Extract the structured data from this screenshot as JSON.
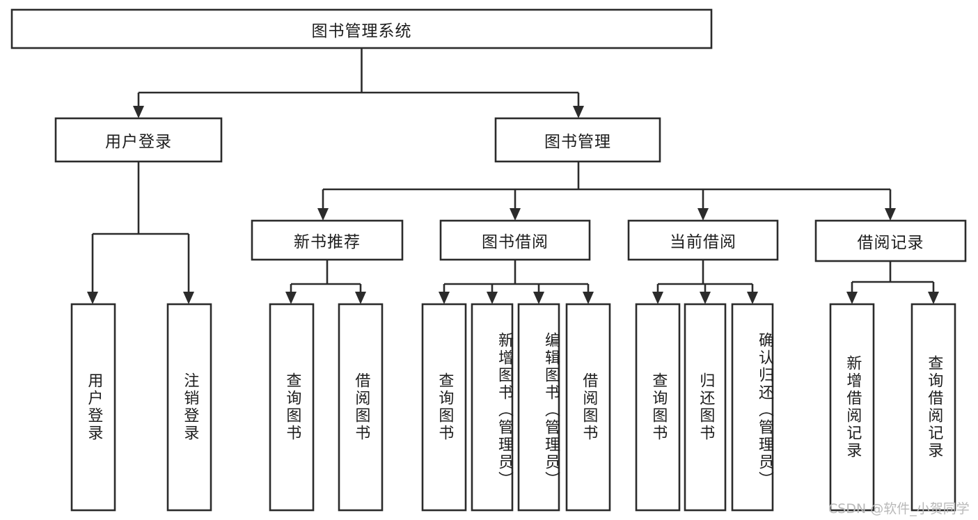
{
  "diagram": {
    "type": "tree",
    "title": "图书管理系统",
    "colors": {
      "box_fill": "#ffffff",
      "box_stroke": "#2b2b2b",
      "text": "#1d1d1d",
      "background": "#ffffff",
      "watermark": "#b9b9b9"
    },
    "watermark": "CSDN @软件_小贺同学",
    "root": {
      "id": "root",
      "label": "图书管理系统",
      "orientation": "horizontal"
    },
    "level2": [
      {
        "id": "user-login",
        "label": "用户登录",
        "orientation": "horizontal"
      },
      {
        "id": "book-management",
        "label": "图书管理",
        "orientation": "horizontal"
      }
    ],
    "level3": [
      {
        "id": "new-book-recommend",
        "label": "新书推荐",
        "orientation": "horizontal",
        "parent": "book-management"
      },
      {
        "id": "book-borrow",
        "label": "图书借阅",
        "orientation": "horizontal",
        "parent": "book-management"
      },
      {
        "id": "current-borrow",
        "label": "当前借阅",
        "orientation": "horizontal",
        "parent": "book-management"
      },
      {
        "id": "borrow-record",
        "label": "借阅记录",
        "orientation": "horizontal",
        "parent": "book-management"
      }
    ],
    "leaves": [
      {
        "id": "leaf-user-login",
        "label": "用户登录",
        "orientation": "vertical",
        "parent": "user-login"
      },
      {
        "id": "leaf-user-logout",
        "label": "注销登录",
        "orientation": "vertical",
        "parent": "user-login"
      },
      {
        "id": "leaf-query-book-1",
        "label": "查询图书",
        "orientation": "vertical",
        "parent": "new-book-recommend"
      },
      {
        "id": "leaf-borrow-book-1",
        "label": "借阅图书",
        "orientation": "vertical",
        "parent": "new-book-recommend"
      },
      {
        "id": "leaf-query-book-2",
        "label": "查询图书",
        "orientation": "vertical",
        "parent": "book-borrow"
      },
      {
        "id": "leaf-add-book",
        "label": "新增图书（管理员）",
        "orientation": "vertical",
        "parent": "book-borrow"
      },
      {
        "id": "leaf-edit-book",
        "label": "编辑图书（管理员）",
        "orientation": "vertical",
        "parent": "book-borrow"
      },
      {
        "id": "leaf-borrow-book-2",
        "label": "借阅图书",
        "orientation": "vertical",
        "parent": "book-borrow"
      },
      {
        "id": "leaf-query-book-3",
        "label": "查询图书",
        "orientation": "vertical",
        "parent": "current-borrow"
      },
      {
        "id": "leaf-return-book",
        "label": "归还图书",
        "orientation": "vertical",
        "parent": "current-borrow"
      },
      {
        "id": "leaf-confirm-return",
        "label": "确认归还（管理员）",
        "orientation": "vertical",
        "parent": "current-borrow"
      },
      {
        "id": "leaf-add-record",
        "label": "新增借阅记录",
        "orientation": "vertical",
        "parent": "borrow-record"
      },
      {
        "id": "leaf-query-record",
        "label": "查询借阅记录",
        "orientation": "vertical",
        "parent": "borrow-record"
      }
    ]
  }
}
